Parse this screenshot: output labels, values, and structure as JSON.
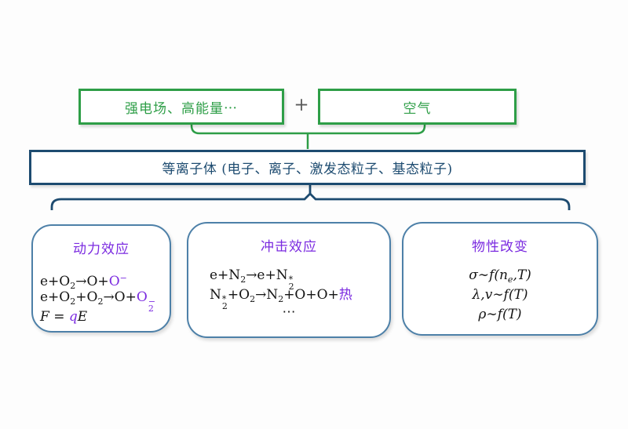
{
  "colors": {
    "green": "#2e9e47",
    "navy": "#1d4b70",
    "steel": "#4d80a8",
    "purple": "#7b2be0",
    "gray": "#5a5a5a",
    "ink": "#141414"
  },
  "top": {
    "source_label": "强电场、高能量⋯",
    "plus": "+",
    "air_label": "空气"
  },
  "plasma": {
    "label": "等离子体 (电子、离子、激发态粒子、基态粒子)"
  },
  "effects": [
    {
      "title": "动力效应",
      "lines": [
        [
          {
            "t": "e+O"
          },
          {
            "t": "2"
          },
          {
            "t": "→O+"
          },
          {
            "t": "O"
          },
          {
            "t": "−"
          }
        ],
        [
          {
            "t": "e+O"
          },
          {
            "t": "2"
          },
          {
            "t": "+O"
          },
          {
            "t": "2"
          },
          {
            "t": "→O+"
          },
          {
            "t": "O"
          },
          {
            "sup": "−",
            "sub": "2"
          }
        ],
        [
          {
            "t": "F"
          },
          {
            "t": " = "
          },
          {
            "t": "q"
          },
          {
            "t": "E"
          }
        ]
      ]
    },
    {
      "title": "冲击效应",
      "lines": [
        [
          {
            "t": "e+N"
          },
          {
            "t": "2"
          },
          {
            "t": "→e+N"
          },
          {
            "sup": "*",
            "sub": "2"
          }
        ],
        [
          {
            "t": "N"
          },
          {
            "sup": "*",
            "sub": "2"
          },
          {
            "t": "+O"
          },
          {
            "t": "2"
          },
          {
            "t": "→N"
          },
          {
            "t": "2"
          },
          {
            "t": "+O+O+"
          },
          {
            "t": "热"
          }
        ],
        [
          {
            "t": "⋯"
          }
        ]
      ]
    },
    {
      "title": "物性改变",
      "lines": [
        [
          {
            "t": "σ∼f(n"
          },
          {
            "t": "e"
          },
          {
            "t": ",T)"
          }
        ],
        [
          {
            "t": "λ,v∼f(T)"
          }
        ],
        [
          {
            "t": "ρ∼f(T)"
          }
        ]
      ]
    }
  ]
}
